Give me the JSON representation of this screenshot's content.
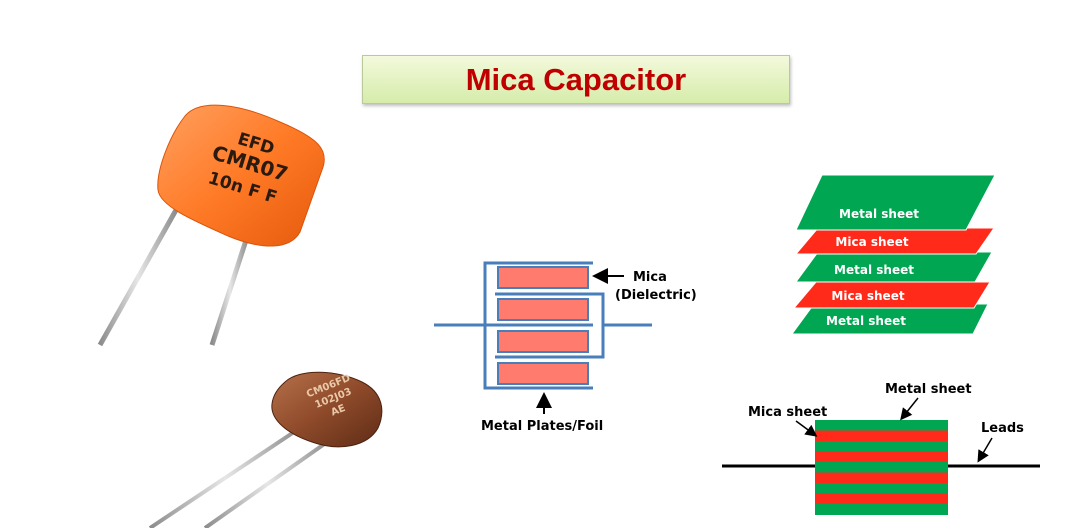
{
  "title": "Mica Capacitor",
  "orange_capacitor": {
    "marking_lines": [
      "EFD",
      "CMR07",
      "10n F F"
    ]
  },
  "brown_capacitor": {
    "marking_lines": [
      "CM06FD",
      "102J03",
      "AE"
    ]
  },
  "cross_section": {
    "mica_label": "Mica",
    "dielectric_label": "(Dielectric)",
    "plates_label": "Metal Plates/Foil"
  },
  "stack": {
    "layers": [
      {
        "label": "Metal sheet",
        "color": "#00a651"
      },
      {
        "label": "Mica sheet",
        "color": "#ff2a1a"
      },
      {
        "label": "Metal sheet",
        "color": "#00a651"
      },
      {
        "label": "Mica sheet",
        "color": "#ff2a1a"
      },
      {
        "label": "Metal sheet",
        "color": "#00a651"
      }
    ]
  },
  "layered_block": {
    "metal_label": "Metal sheet",
    "mica_label": "Mica sheet",
    "leads_label": "Leads",
    "metal_color": "#00a651",
    "mica_color": "#ff2a1a"
  },
  "colors": {
    "title": "#c00000",
    "diagram_blue": "#4a7ebb",
    "mica_fill": "#ff7b6e"
  }
}
